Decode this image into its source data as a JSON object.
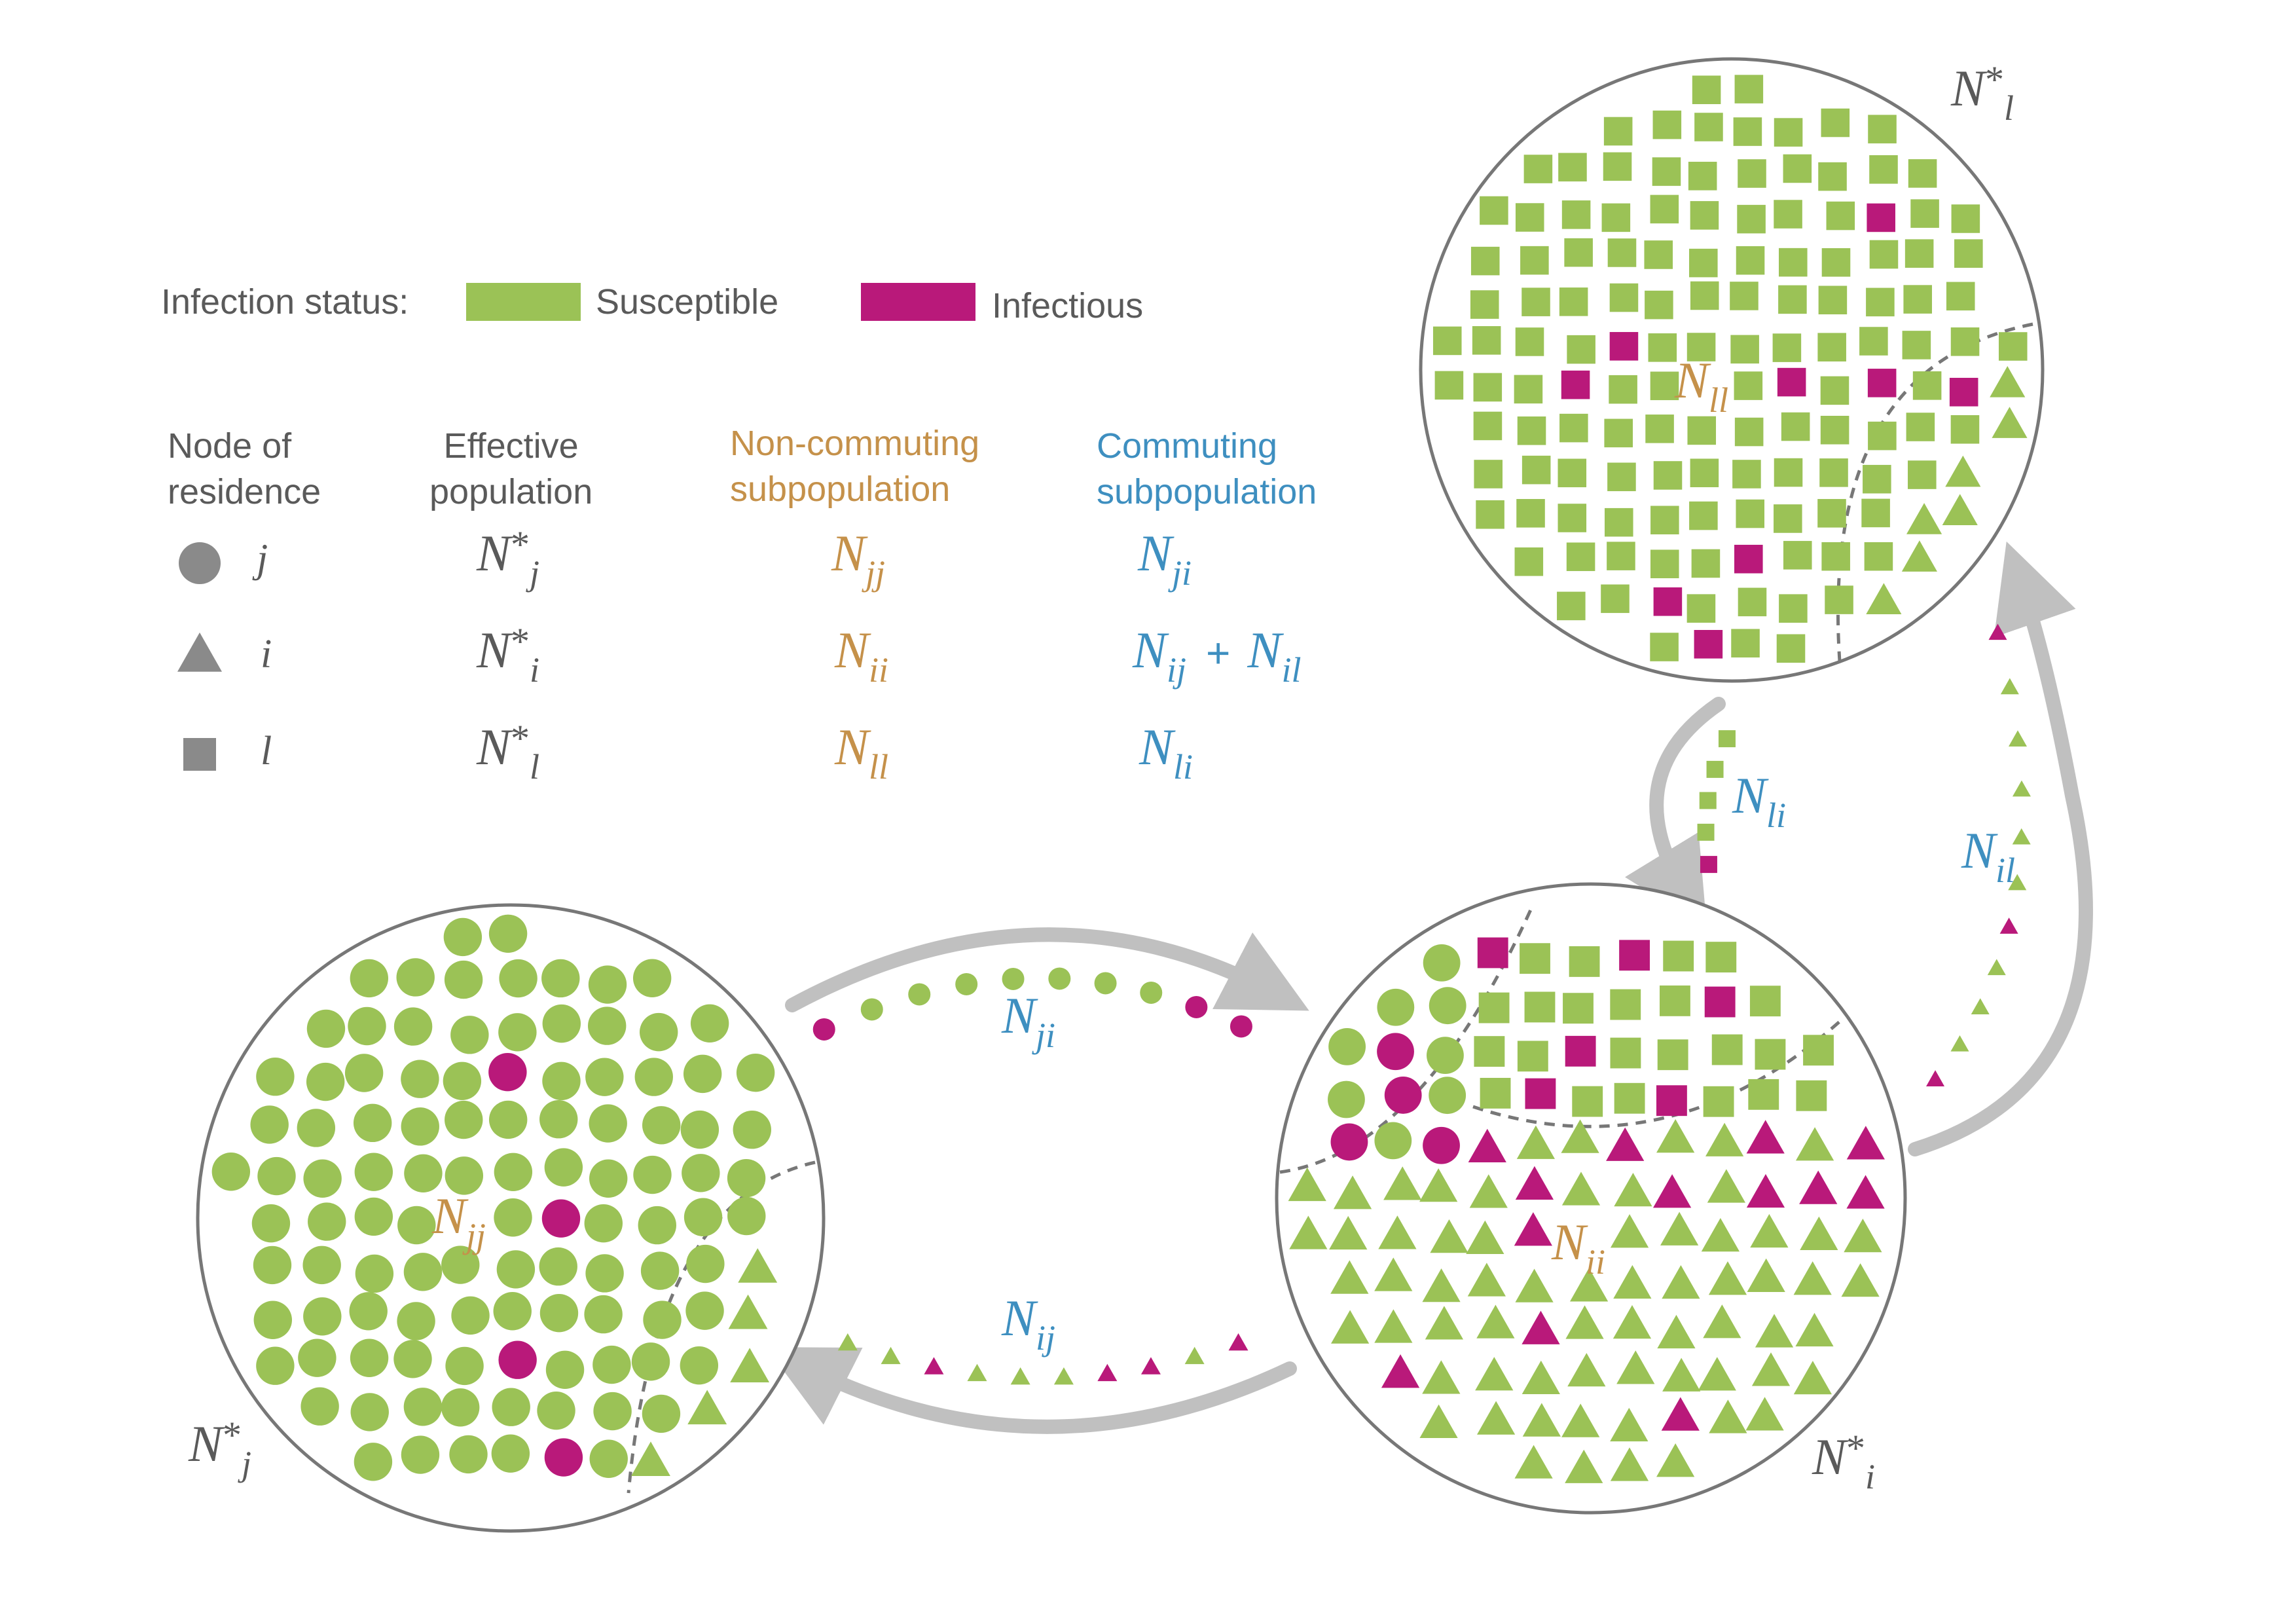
{
  "colors": {
    "susceptible": "#9bc256",
    "infectious": "#b9197a",
    "arrow": "#c0c0c0",
    "circle_edge": "#777777",
    "text_gray": "#5a5a5a",
    "text_orange": "#c5914a",
    "text_blue": "#3e8fc0",
    "legend_gray": "#8a8a8a",
    "dash": "#777777"
  },
  "legend": {
    "infection_status_label": "Infection status:",
    "susceptible_label": "Susceptible",
    "infectious_label": "Infectious",
    "headers": {
      "node_line1": "Node of",
      "node_line2": "residence",
      "eff_line1": "Effective",
      "eff_line2": "population",
      "noncomm_line1": "Non-commuting",
      "noncomm_line2": "subpopulation",
      "comm_line1": "Commuting",
      "comm_line2": "subpopulation"
    },
    "rows": [
      {
        "shape": "circle-icon",
        "node": "j",
        "eff_base": "N",
        "eff_star": "*",
        "eff_sub": "j",
        "nc_base": "N",
        "nc_sub": "jj",
        "c_base": "N",
        "c_sub": "ji",
        "c_plus": "",
        "c2_base": "",
        "c2_sub": ""
      },
      {
        "shape": "triangle-icon",
        "node": "i",
        "eff_base": "N",
        "eff_star": "*",
        "eff_sub": "i",
        "nc_base": "N",
        "nc_sub": "ii",
        "c_base": "N",
        "c_sub": "ij",
        "c_plus": "+",
        "c2_base": "N",
        "c2_sub": "il"
      },
      {
        "shape": "square-icon",
        "node": "l",
        "eff_base": "N",
        "eff_star": "*",
        "eff_sub": "l",
        "nc_base": "N",
        "nc_sub": "ll",
        "c_base": "N",
        "c_sub": "li",
        "c_plus": "",
        "c2_base": "",
        "c2_sub": ""
      }
    ]
  },
  "nodes": {
    "j": {
      "label_base": "N",
      "label_star": "*",
      "label_sub": "j",
      "inner_base": "N",
      "inner_sub": "jj"
    },
    "i": {
      "label_base": "N",
      "label_star": "*",
      "label_sub": "i",
      "inner_base": "N",
      "inner_sub": "ii"
    },
    "l": {
      "label_base": "N",
      "label_star": "*",
      "label_sub": "l",
      "inner_base": "N",
      "inner_sub": "ll"
    }
  },
  "flows": {
    "ji": {
      "base": "N",
      "sub": "ji"
    },
    "ij": {
      "base": "N",
      "sub": "ij"
    },
    "li": {
      "base": "N",
      "sub": "li"
    },
    "il": {
      "base": "N",
      "sub": "il"
    }
  }
}
